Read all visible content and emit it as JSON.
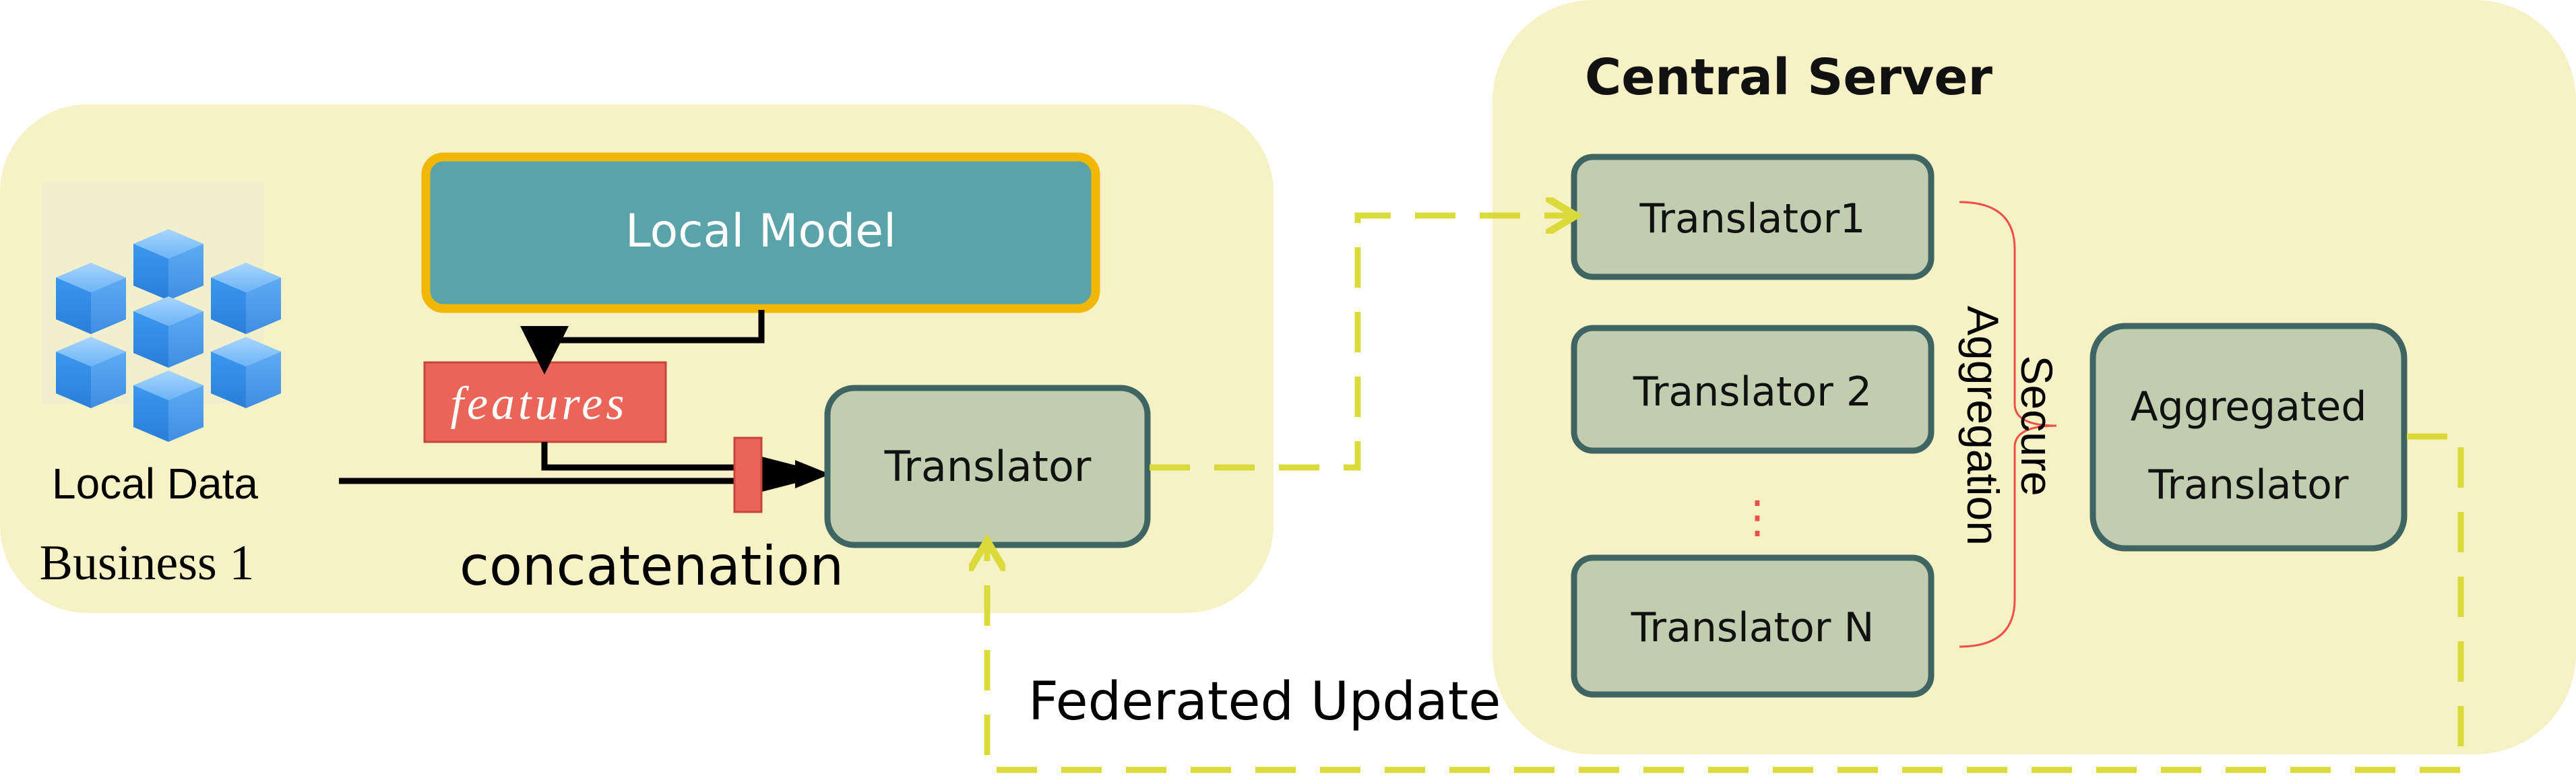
{
  "labels": {
    "central_server": "Central Server",
    "local_model": "Local Model",
    "features": "features",
    "local_data": "Local Data",
    "business": "Business 1",
    "concatenation": "concatenation",
    "translator": "Translator",
    "translator_1": "Translator1",
    "translator_2": "Translator 2",
    "translator_n": "Translator N",
    "ellipsis": "⋮",
    "secure": "Secure",
    "aggregation": "Aggregation",
    "aggregated_line1": "Aggregated",
    "aggregated_line2": "Translator",
    "federated_update": "Federated Update"
  },
  "colors": {
    "panel_fill": "#f6f2c6",
    "box_fill": "#c1cdae",
    "box_stroke": "#3f6563",
    "model_fill": "#5aa3a8",
    "model_border": "#f2b705",
    "feature_fill": "#ea6558",
    "dashed_arrow": "#dada3a",
    "bracket": "#ee4f47"
  },
  "icons": {
    "local_data_icon": "blue-cubes-icon"
  }
}
